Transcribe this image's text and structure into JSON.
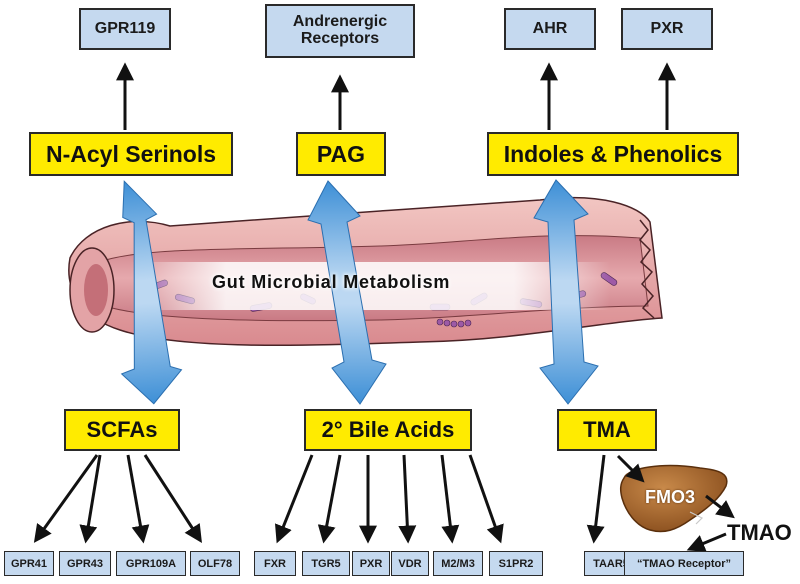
{
  "center_label": "Gut Microbial Metabolism",
  "metabolites": {
    "n_acyl_serinols": "N-Acyl Serinols",
    "pag": "PAG",
    "indoles_phenolics": "Indoles & Phenolics",
    "scfas": "SCFAs",
    "bile_acids": "2° Bile Acids",
    "tma": "TMA"
  },
  "receptors_top": {
    "gpr119": "GPR119",
    "adrenergic": "Andrenergic Receptors",
    "ahr": "AHR",
    "pxr": "PXR"
  },
  "receptors_bottom": {
    "scfas": [
      "GPR41",
      "GPR43",
      "GPR109A",
      "OLF78"
    ],
    "bile_acids": [
      "FXR",
      "TGR5",
      "PXR",
      "VDR",
      "M2/M3",
      "S1PR2"
    ],
    "tma": [
      "TAAR5",
      "“TMAO Receptor”"
    ]
  },
  "liver": {
    "enzyme": "FMO3",
    "product": "TMAO"
  },
  "colors": {
    "metabolite_box": "#ffeb00",
    "receptor_box": "#c5d9ef",
    "bidirectional_arrow": "#3d8fd6",
    "gut_wall": "#d98a8f",
    "liver": "#a5642a"
  }
}
